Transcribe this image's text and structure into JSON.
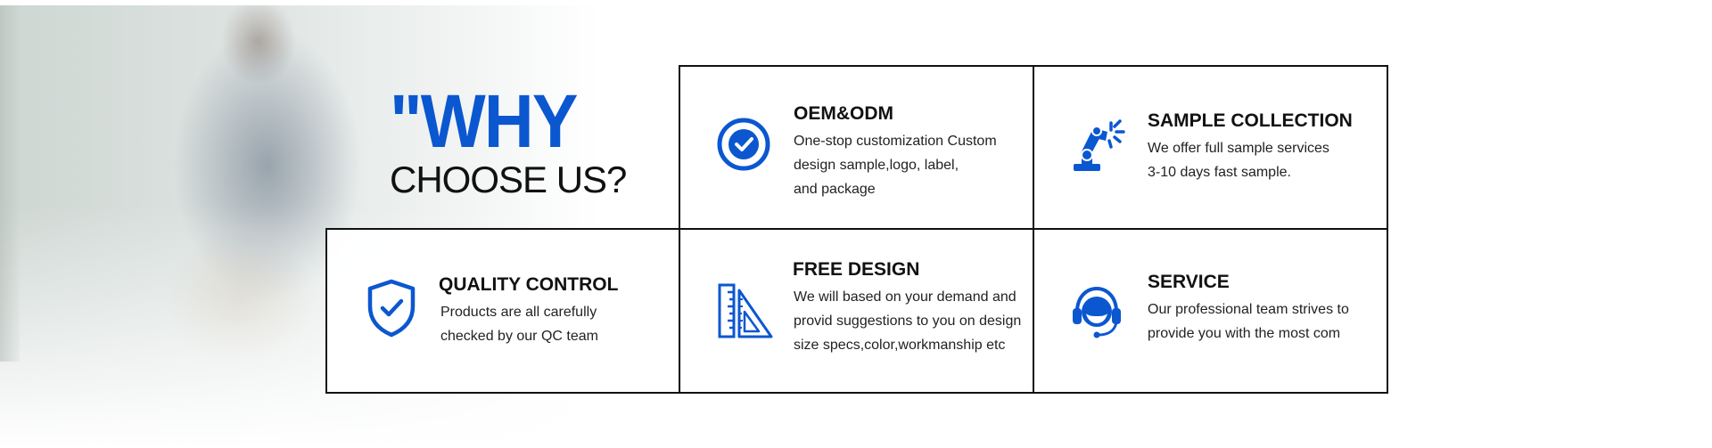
{
  "headline": {
    "why": "\"WHY",
    "choose": "CHOOSE US?"
  },
  "features": {
    "oem": {
      "title": "OEM&ODM",
      "lines": [
        "One-stop customization Custom",
        "design sample,logo, label,",
        "and package"
      ],
      "icon": "check-circle-icon"
    },
    "sample": {
      "title": "SAMPLE COLLECTION",
      "lines": [
        "We offer full sample services",
        "3-10 days fast sample."
      ],
      "icon": "robot-arm-icon"
    },
    "quality": {
      "title": "QUALITY CONTROL",
      "lines": [
        "Products are all carefully",
        "checked by our QC team"
      ],
      "icon": "shield-check-icon"
    },
    "design": {
      "title": "FREE DESIGN",
      "lines": [
        "We will based on your demand and",
        "provid suggestions to you on design",
        "size specs,color,workmanship etc"
      ],
      "icon": "ruler-triangle-icon"
    },
    "service": {
      "title": "SERVICE",
      "lines": [
        "Our professional team strives to",
        "provide you with the most com"
      ],
      "icon": "headset-agent-icon"
    }
  },
  "colors": {
    "accent": "#0b57d0",
    "text": "#111111",
    "border": "#111111"
  }
}
